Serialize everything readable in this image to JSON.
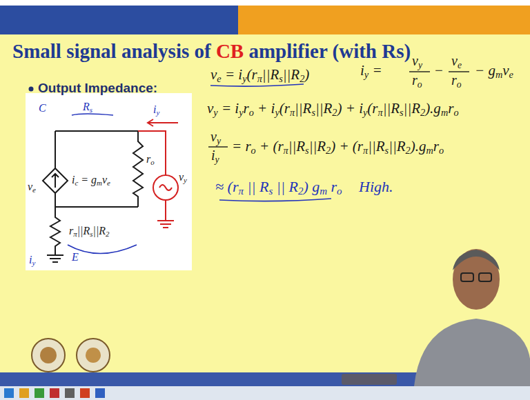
{
  "diagram": {
    "title": "Small signal analysis of CB amplifier (with Rs)",
    "labels": [
      "Output Impedance:",
      "ve = iy(rπ||Rs||R2)",
      "iy =",
      "vy",
      "ro",
      "−",
      "ve",
      "ro",
      "− gmve",
      "vy = iyro + iy(rπ||Rs||R2) + iy(rπ||Rs||R2).gmro",
      "vy",
      "iy",
      "= ro + (rπ||Rs||R2) + (rπ||Rs||R2).gmro",
      "≈ (rπ || Rs || R2) gm ro",
      "High.",
      "Rs",
      "iy",
      "vy",
      "ve",
      "ic = gmve",
      "ro",
      "rπ||Rs||R2",
      "C",
      "E",
      "iy"
    ]
  }
}
